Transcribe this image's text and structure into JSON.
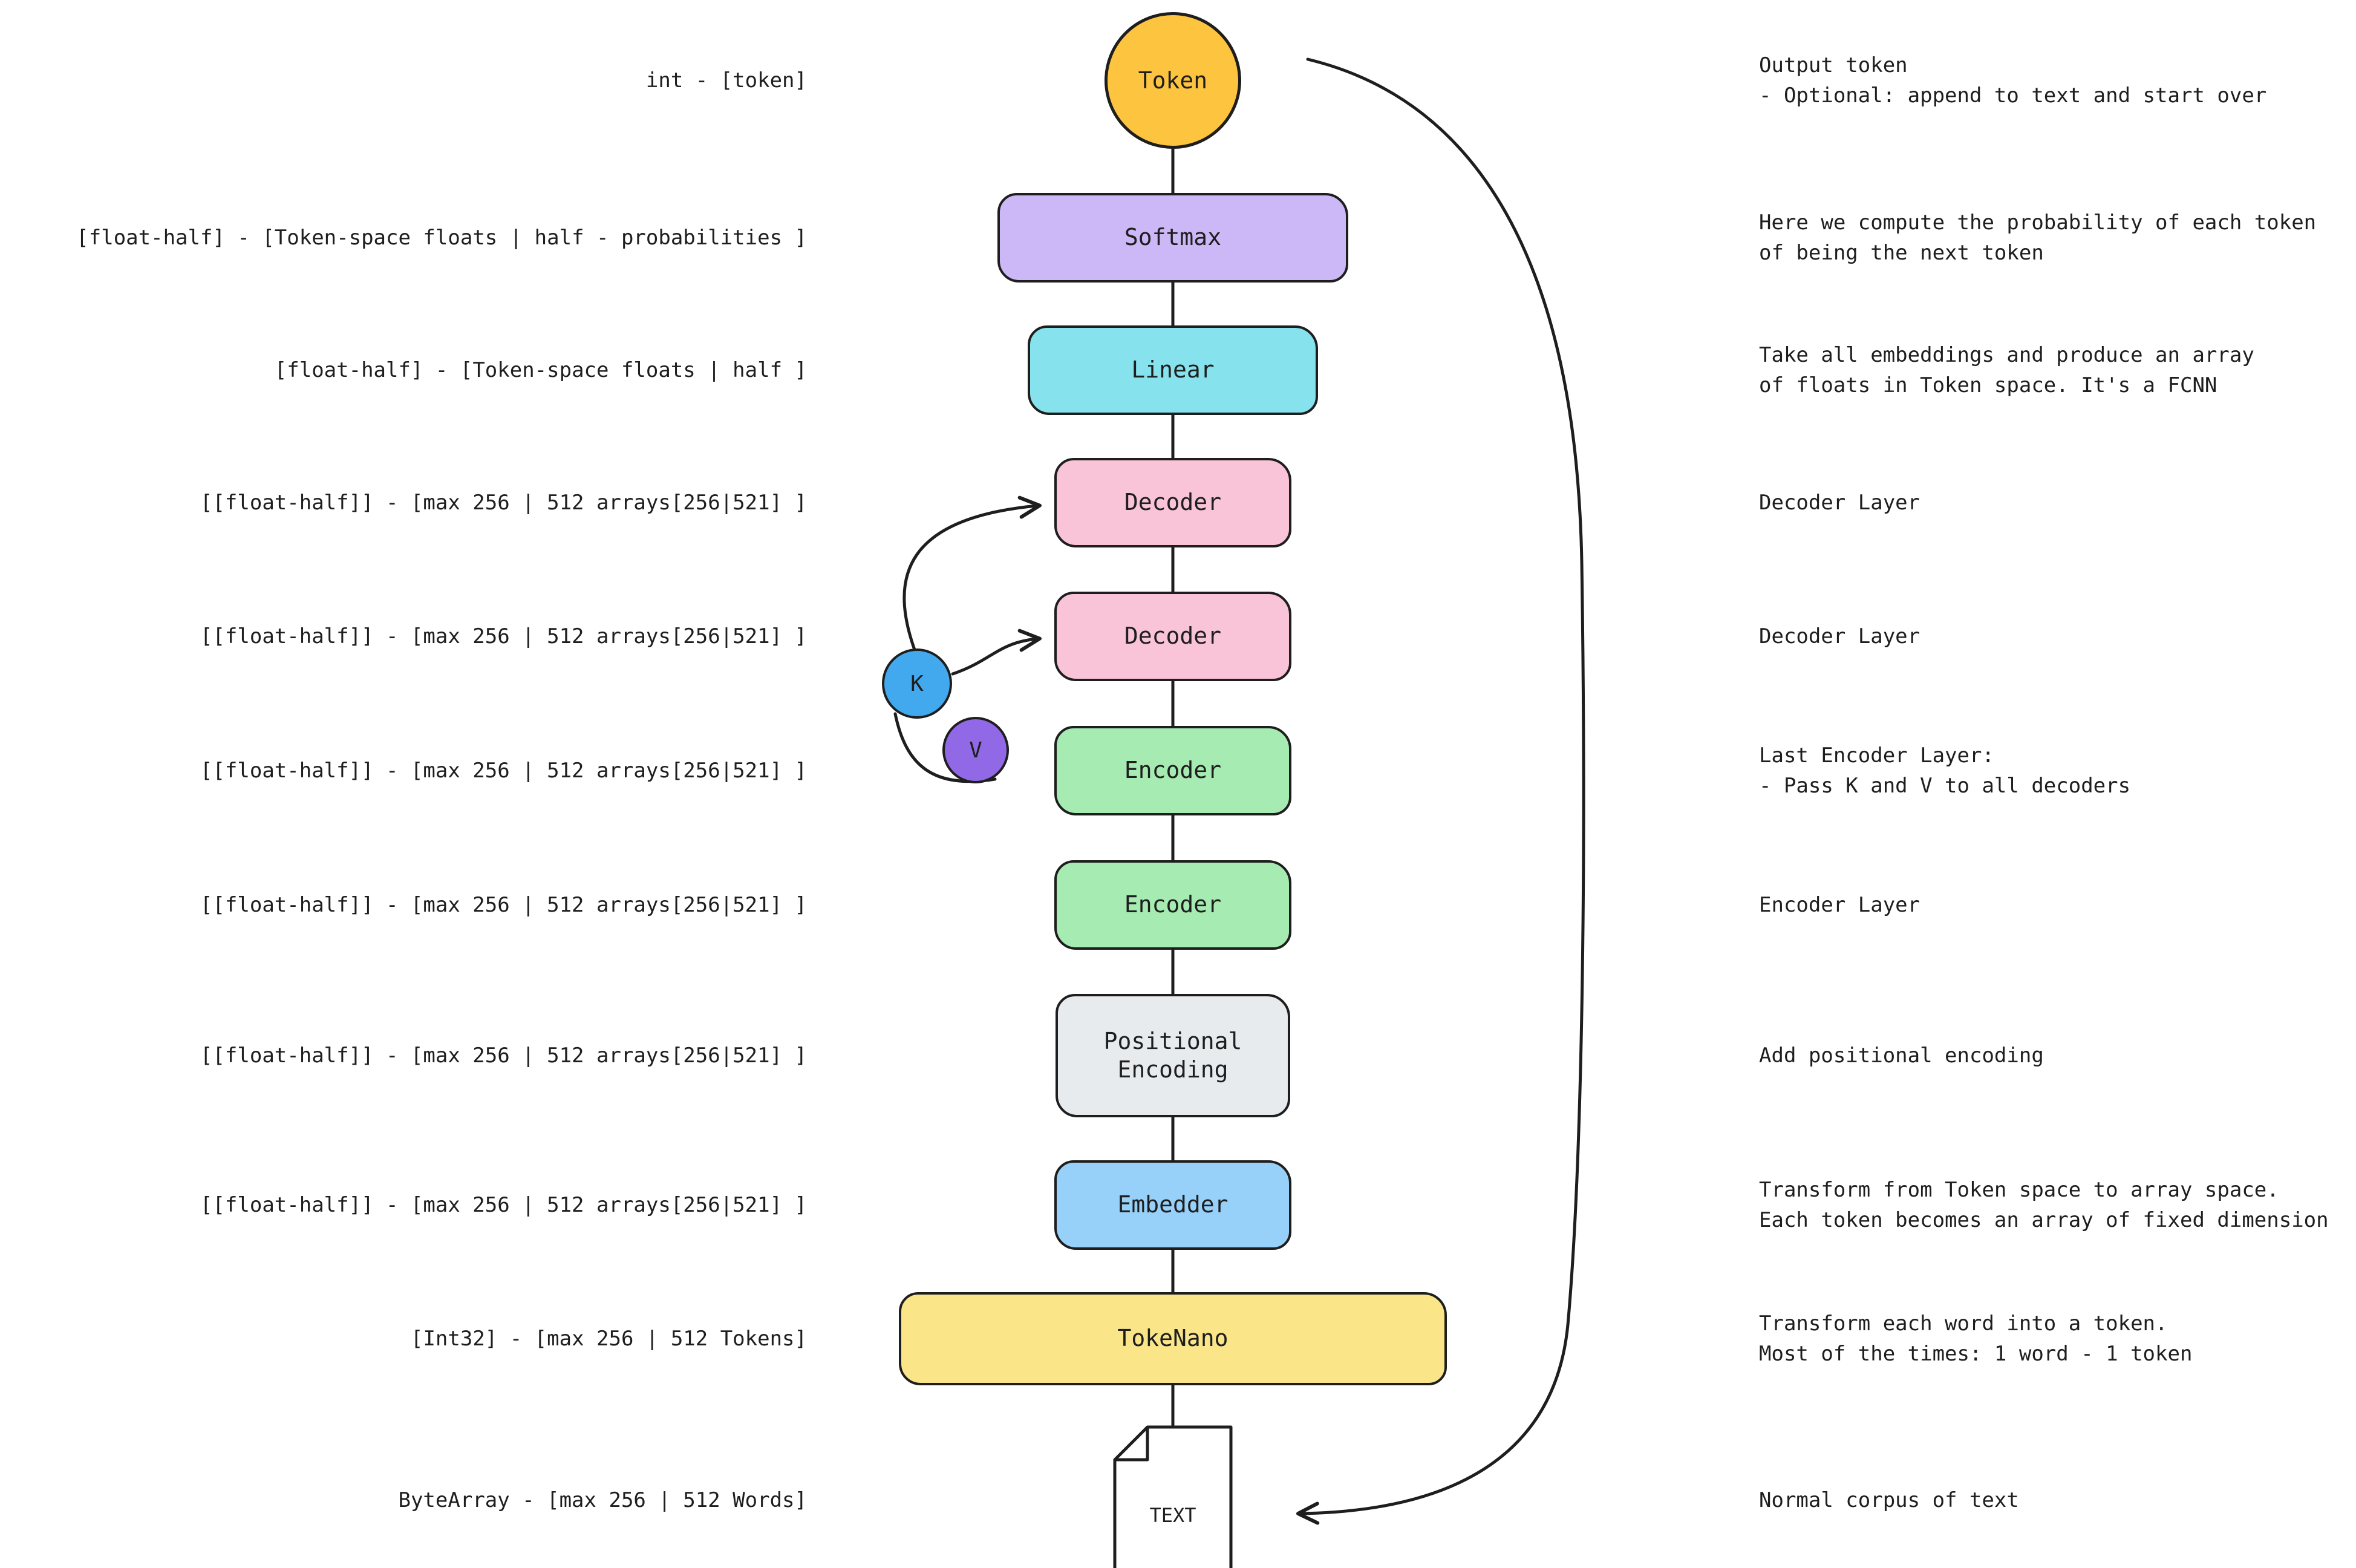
{
  "canvas": {
    "background": "#ffffff",
    "stroke": "#1e1e1e"
  },
  "rows": [
    {
      "left": "int - [token]",
      "node": {
        "id": "token",
        "shape": "circle",
        "label": "Token",
        "fill": "#fdc43f"
      },
      "right": [
        "Output token",
        "- Optional: append to text and start over"
      ]
    },
    {
      "left": "[float-half] - [Token-space floats | half - probabilities ]",
      "node": {
        "id": "softmax",
        "shape": "box",
        "label": "Softmax",
        "fill": "#cdb8f7"
      },
      "right": [
        "Here we compute the probability of each token",
        "of being the next token"
      ]
    },
    {
      "left": "[float-half] - [Token-space floats | half ]",
      "node": {
        "id": "linear",
        "shape": "box",
        "label": "Linear",
        "fill": "#86e3ee"
      },
      "right": [
        "Take all embeddings and produce an array",
        "of floats in Token space. It's a FCNN"
      ]
    },
    {
      "left": "[[float-half]] - [max 256 | 512 arrays[256|521] ]",
      "node": {
        "id": "decoder-1",
        "shape": "box",
        "label": "Decoder",
        "fill": "#f9c3d8"
      },
      "right": [
        "Decoder Layer"
      ]
    },
    {
      "left": "[[float-half]] - [max 256 | 512 arrays[256|521] ]",
      "node": {
        "id": "decoder-2",
        "shape": "box",
        "label": "Decoder",
        "fill": "#f9c3d8"
      },
      "right": [
        "Decoder Layer"
      ]
    },
    {
      "left": "[[float-half]] - [max 256 | 512 arrays[256|521] ]",
      "node": {
        "id": "encoder-1",
        "shape": "box",
        "label": "Encoder",
        "fill": "#a6ecb2"
      },
      "right": [
        "Last Encoder Layer:",
        "- Pass K and V to all decoders"
      ]
    },
    {
      "left": "[[float-half]] - [max 256 | 512 arrays[256|521] ]",
      "node": {
        "id": "encoder-2",
        "shape": "box",
        "label": "Encoder",
        "fill": "#a6ecb2"
      },
      "right": [
        "Encoder Layer"
      ]
    },
    {
      "left": "[[float-half]] - [max 256 | 512 arrays[256|521] ]",
      "node": {
        "id": "positional-encoding",
        "shape": "box",
        "label": "Positional Encoding",
        "fill": "#e8ebee"
      },
      "right": [
        "Add positional encoding"
      ]
    },
    {
      "left": "[[float-half]] - [max 256 | 512 arrays[256|521] ]",
      "node": {
        "id": "embedder",
        "shape": "box",
        "label": "Embedder",
        "fill": "#97d1fa"
      },
      "right": [
        "Transform from Token space to array space.",
        "Each token becomes an array of fixed dimension"
      ]
    },
    {
      "left": "[Int32] - [max 256 | 512 Tokens]",
      "node": {
        "id": "tokenano",
        "shape": "box",
        "label": "TokeNano",
        "fill": "#fae588"
      },
      "right": [
        "Transform each word into a token.",
        "Most of the times: 1 word - 1 token"
      ]
    },
    {
      "left": "ByteArray - [max 256 | 512 Words]",
      "node": {
        "id": "text-document",
        "shape": "document",
        "label": "TEXT",
        "fill": "#ffffff"
      },
      "right": [
        "Normal corpus of text"
      ]
    }
  ],
  "badges": {
    "k": {
      "label": "K",
      "fill": "#42a9ee"
    },
    "v": {
      "label": "V",
      "fill": "#9168e6"
    }
  }
}
